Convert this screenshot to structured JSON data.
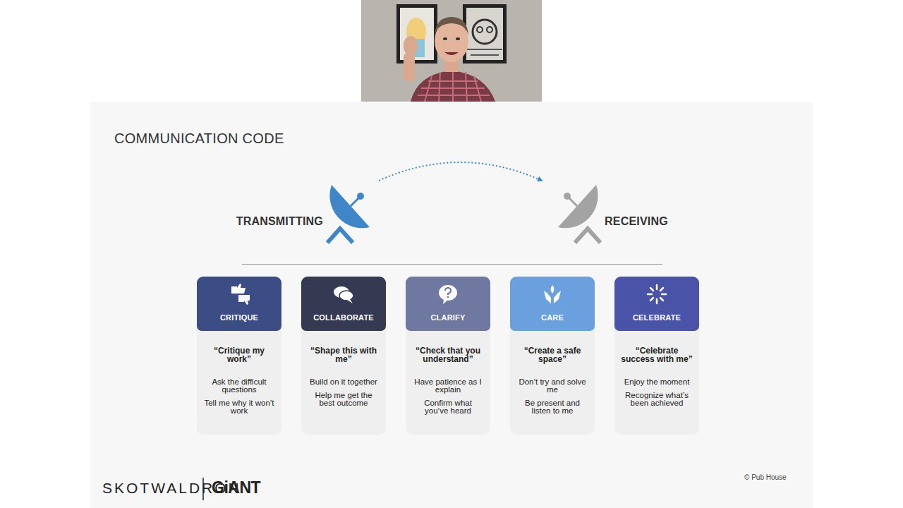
{
  "diagram": {
    "title": "COMMUNICATION CODE",
    "nodes": [
      {
        "text": [
          "TRANSMITTING"
        ]
      },
      {
        "text": [
          "RECEIVING"
        ]
      },
      {
        "text": [
          "CRITIQUE",
          "“Critique my work”",
          "Ask the difficult questions",
          "Tell me why it won’t work"
        ]
      },
      {
        "text": [
          "COLLABORATE",
          "“Shape this with me”",
          "Build on it together",
          "Help me get the best outcome"
        ]
      },
      {
        "text": [
          "CLARIFY",
          "“Check that you understand”",
          "Have patience as I explain",
          "Confirm what you’ve heard"
        ]
      },
      {
        "text": [
          "CARE",
          "“Create a safe space”",
          "Don’t try and solve me",
          "Be present and listen to me"
        ]
      },
      {
        "text": [
          "CELEBRATE",
          "“Celebrate success with me”",
          "Enjoy the moment",
          "Recognize what’s been achieved"
        ]
      }
    ],
    "edges": [
      {
        "from": 0,
        "to": 1,
        "arrow": "to"
      }
    ],
    "labels": [
      "SKOTWALDRON",
      "GiANT",
      "© Pub House"
    ]
  }
}
